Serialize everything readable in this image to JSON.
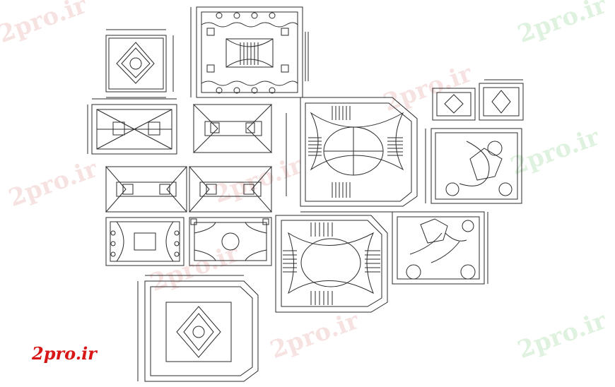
{
  "logo_text": "2pro.ir",
  "watermarks": [
    "2pro.ir",
    "2pro.ir",
    "2pro.ir",
    "2pro.ir",
    "2pro.ir",
    "2pro.ir",
    "2pro.ir",
    "2pro.ir",
    "2pro.ir"
  ],
  "colors": {
    "lines": "#2b2b2b",
    "logo": "#d81616",
    "watermark_red": "#e29696",
    "watermark_green": "#8cd28c"
  }
}
